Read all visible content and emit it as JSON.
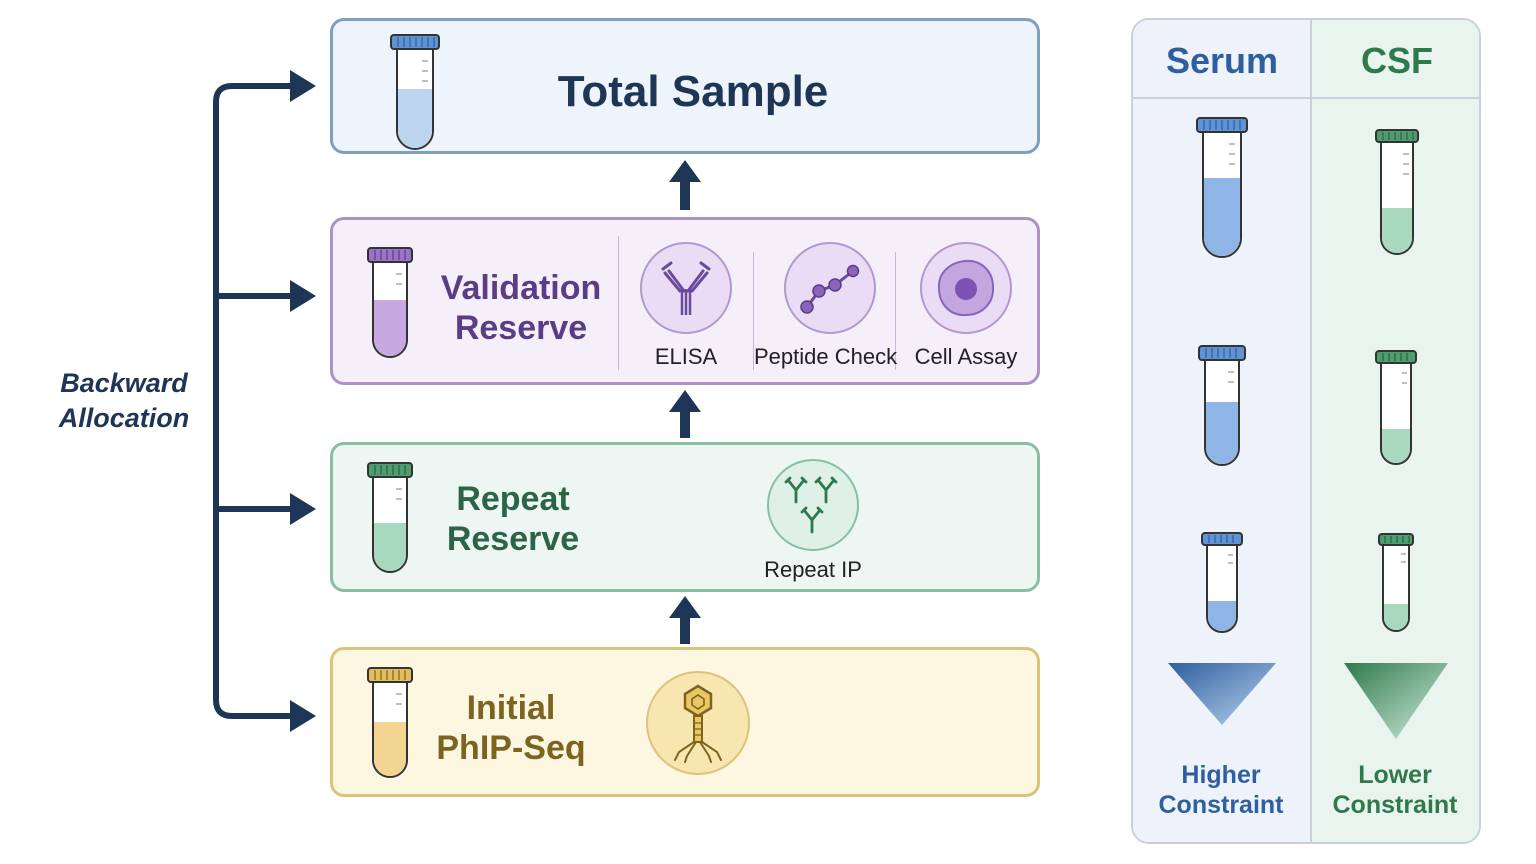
{
  "backward_allocation": {
    "line1": "Backward",
    "line2": "Allocation"
  },
  "stages": {
    "total": {
      "title": "Total Sample"
    },
    "validation": {
      "title_line1": "Validation",
      "title_line2": "Reserve",
      "assays": [
        {
          "label": "ELISA",
          "icon": "antibody-icon"
        },
        {
          "label": "Peptide Check",
          "icon": "peptide-chain-icon"
        },
        {
          "label": "Cell Assay",
          "icon": "cell-icon"
        }
      ]
    },
    "repeat": {
      "title_line1": "Repeat",
      "title_line2": "Reserve",
      "assay_label": "Repeat IP",
      "icon": "antibodies-icon"
    },
    "initial": {
      "title_line1": "Initial",
      "title_line2": "PhIP-Seq",
      "icon": "bacteriophage-icon"
    }
  },
  "comparison": {
    "serum": {
      "header": "Serum",
      "footer_line1": "Higher",
      "footer_line2": "Constraint",
      "color": "#2f5f9e"
    },
    "csf": {
      "header": "CSF",
      "footer_line1": "Lower",
      "footer_line2": "Constraint",
      "color": "#2e7a4c"
    }
  },
  "colors": {
    "navy": "#1e3556",
    "total_bg": "#eef4fc",
    "total_border": "#7f9fbf",
    "validation_bg": "#f5eff9",
    "validation_border": "#ad92c8",
    "validation_text": "#5b3d86",
    "repeat_bg": "#edf6f2",
    "repeat_border": "#88bea4",
    "repeat_text": "#2b6447",
    "initial_bg": "#fdf7e2",
    "initial_border": "#dcc27a",
    "initial_text": "#7b6420"
  }
}
